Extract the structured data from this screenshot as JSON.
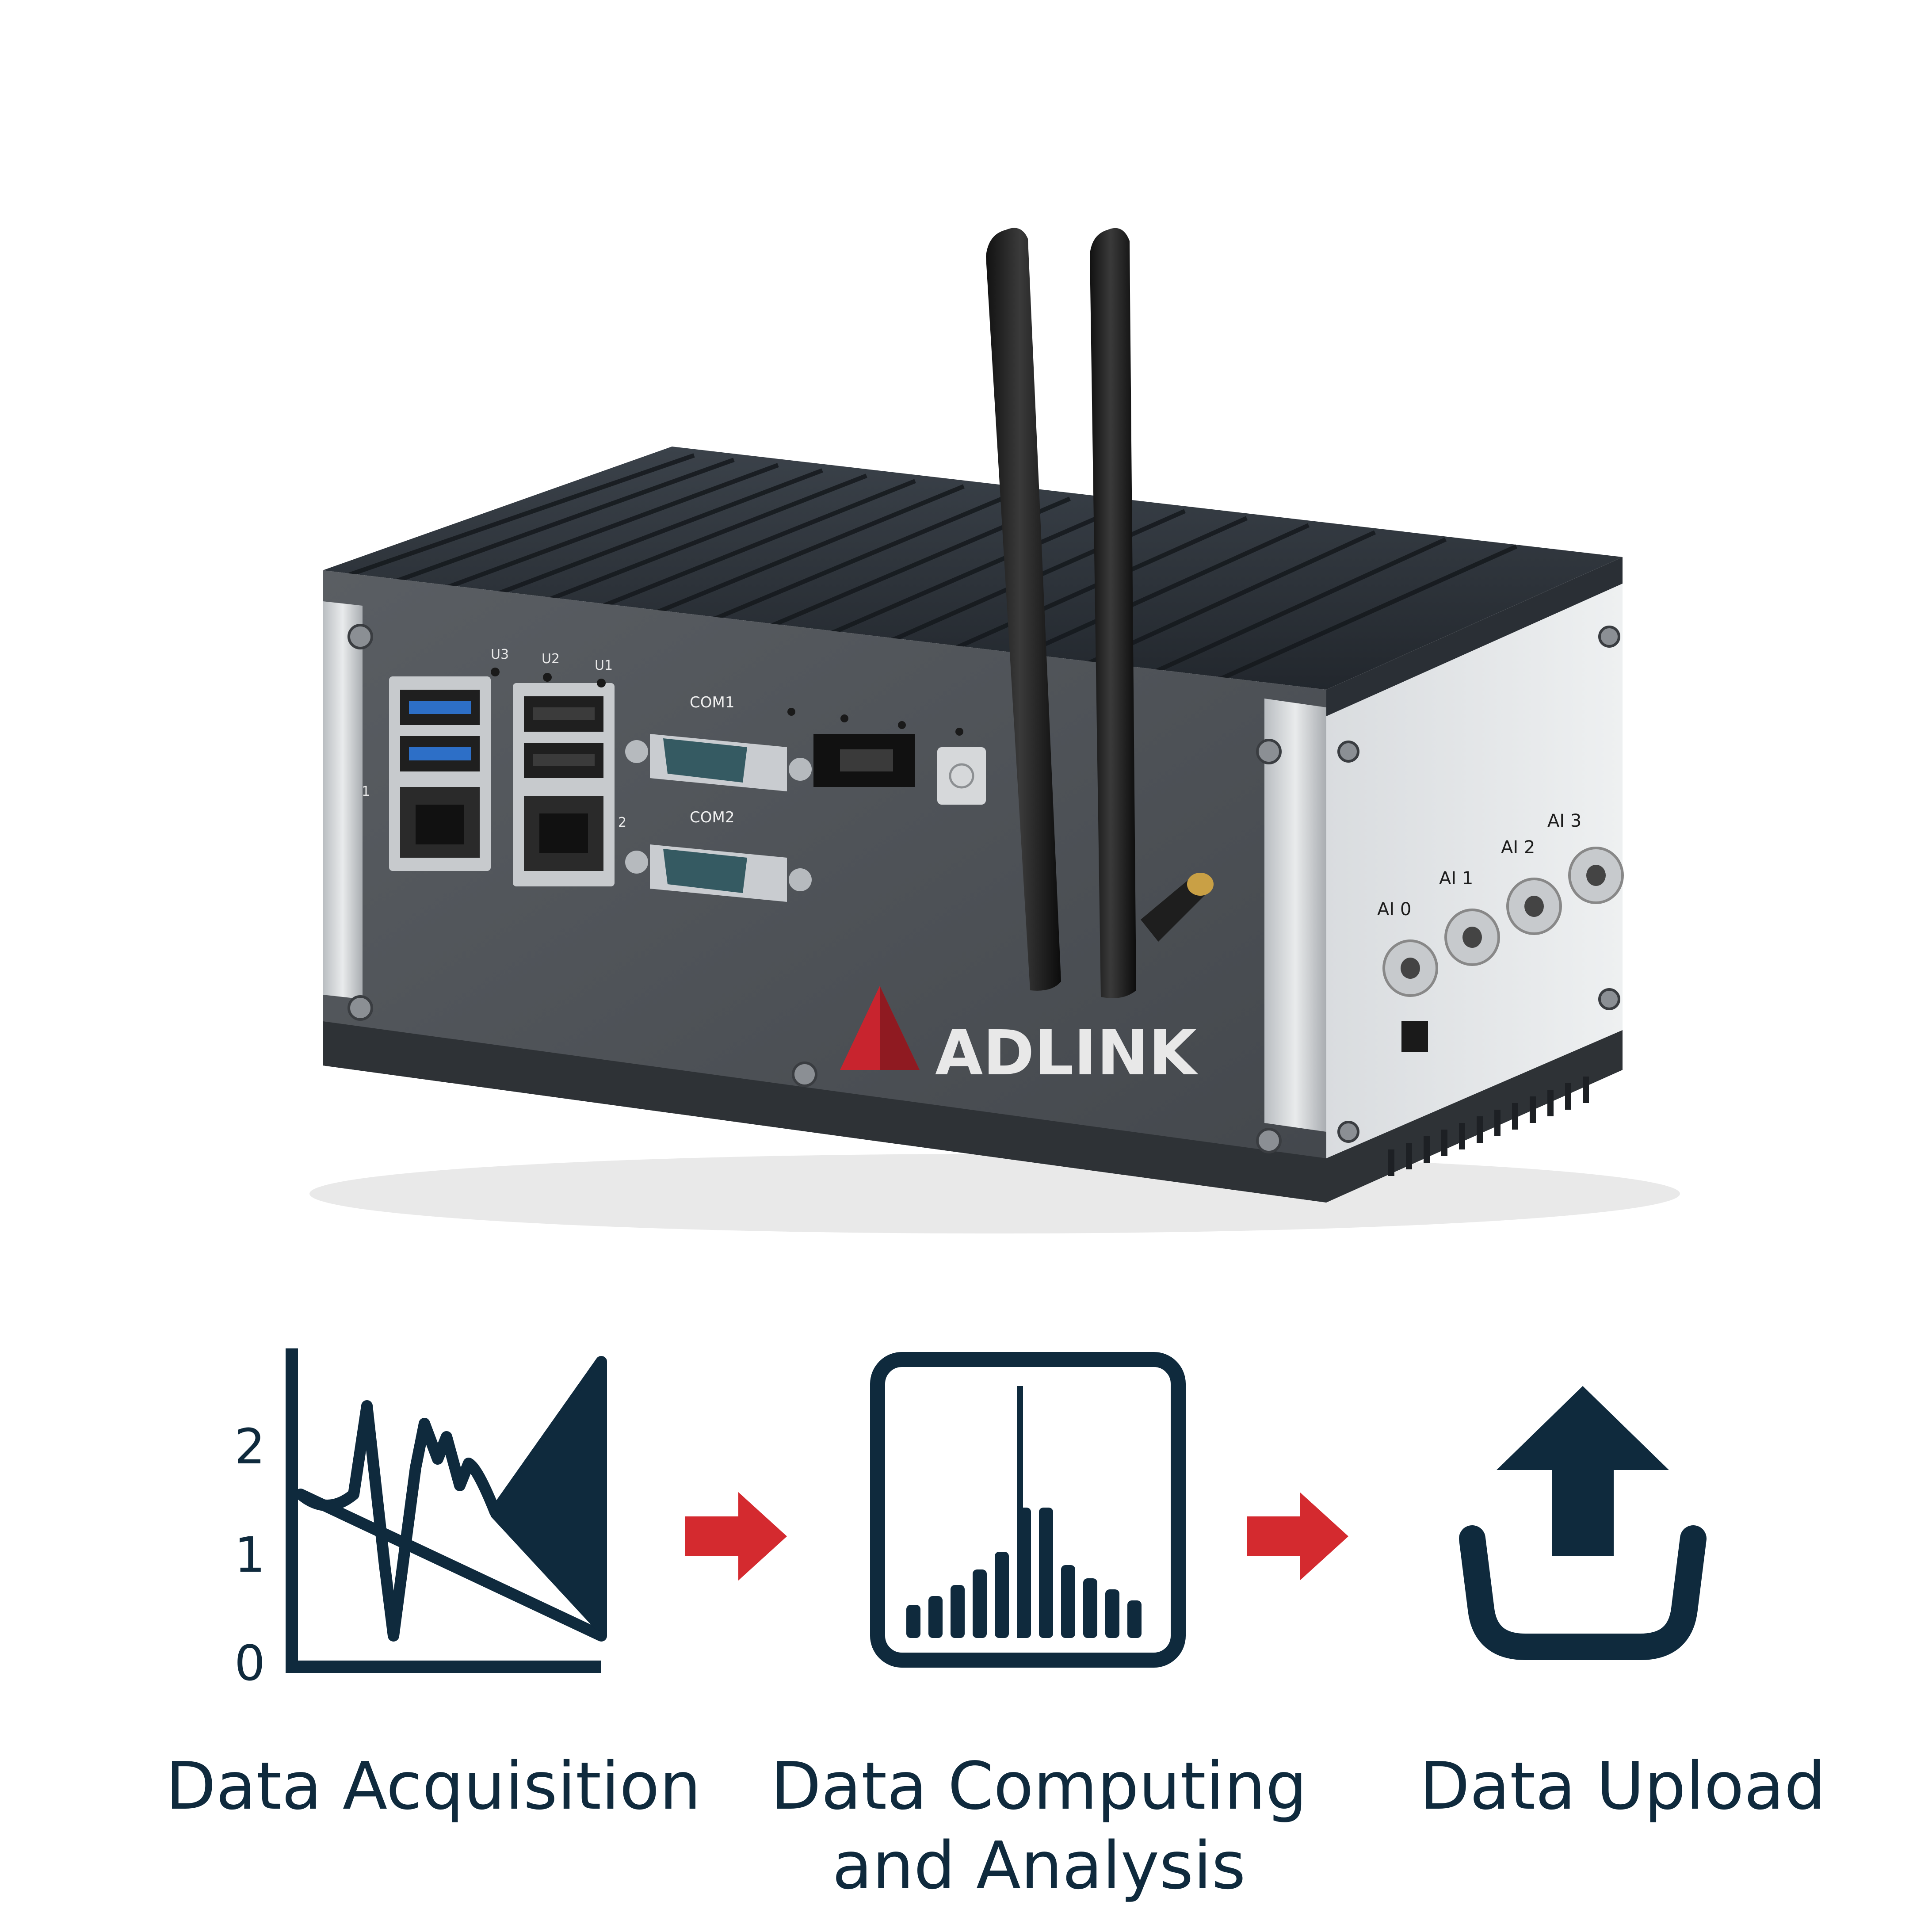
{
  "device": {
    "brand": "ADLINK",
    "usb_leds": [
      "U3",
      "U2",
      "U1"
    ],
    "com_ports": [
      "COM1",
      "COM2"
    ],
    "lan_labels": [
      "1",
      "2"
    ],
    "analog_inputs": [
      "AI 0",
      "AI 1",
      "AI 2",
      "AI 3"
    ],
    "colors": {
      "body": "#4b4f54",
      "heatsink": "#2b3036",
      "side": "#e2e4e6",
      "logo_red": "#c8242e"
    }
  },
  "steps": [
    {
      "title": "Data Acquisition",
      "icon": "waveform-chart-icon",
      "y_ticks": [
        "2",
        "1",
        "0"
      ]
    },
    {
      "title_line1": "Data Computing",
      "title_line2": "and Analysis",
      "icon": "spectrum-analysis-icon"
    },
    {
      "title": "Data Upload",
      "icon": "upload-icon"
    }
  ],
  "colors": {
    "icon": "#0f2a3d",
    "arrow": "#d42a2f"
  }
}
